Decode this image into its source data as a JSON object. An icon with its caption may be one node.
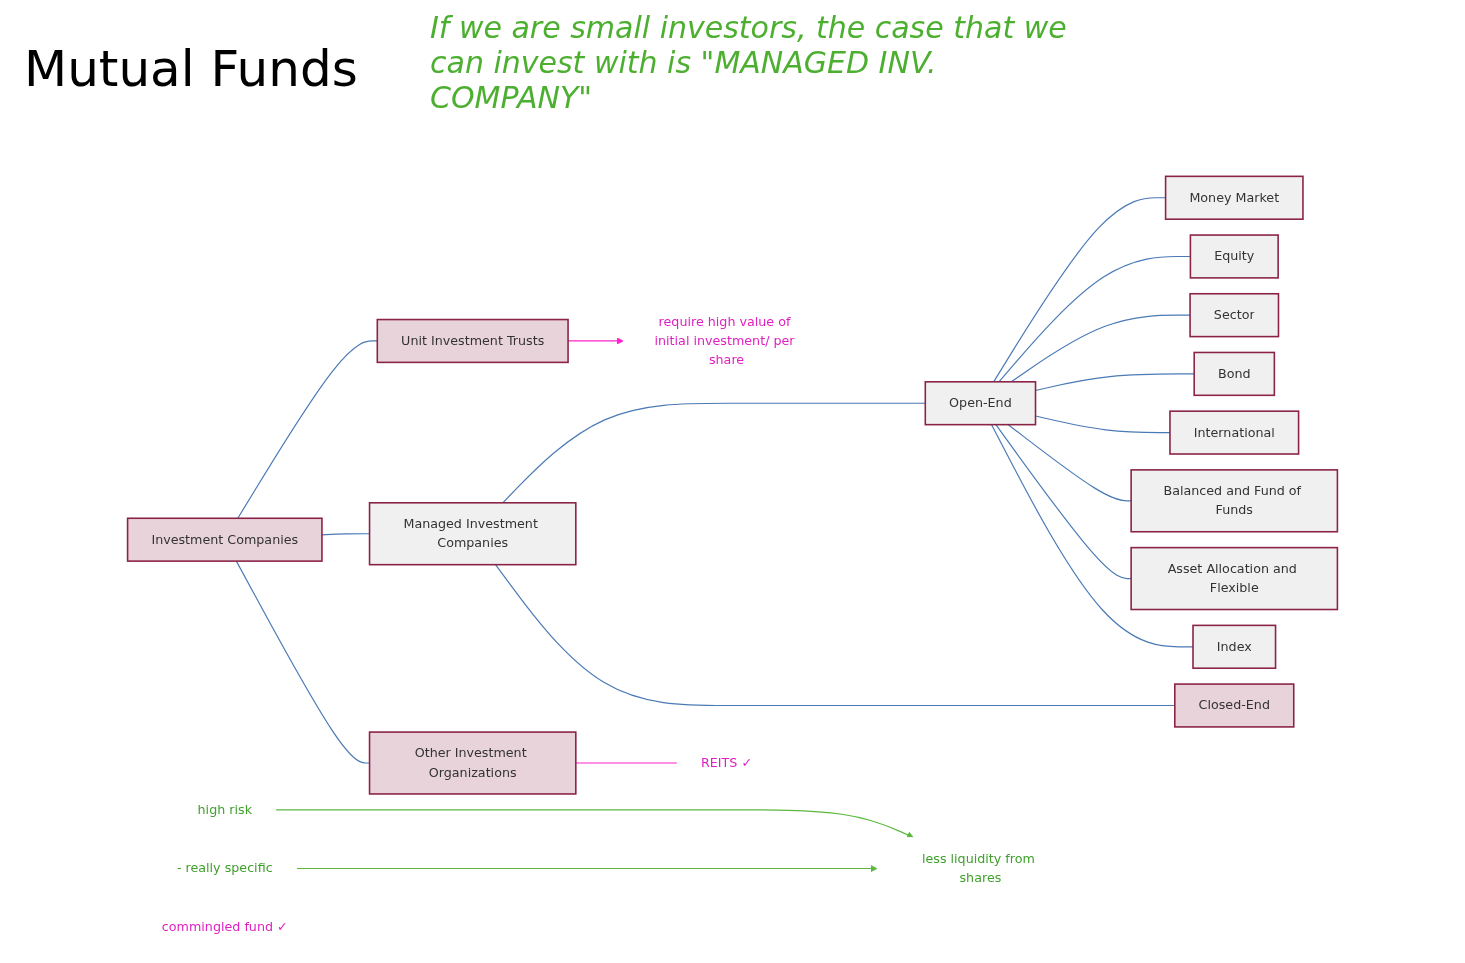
{
  "diagram": {
    "title": "Mutual Funds",
    "nodes": [
      {
        "text": [
          "Investment Companies"
        ]
      },
      {
        "text": [
          "Unit Investment Trusts"
        ]
      },
      {
        "text": [
          "Managed Investment Companies"
        ]
      },
      {
        "text": [
          "Other Investment Organizations"
        ]
      },
      {
        "text": [
          "Open-End"
        ]
      },
      {
        "text": [
          "Closed-End"
        ]
      },
      {
        "text": [
          "Money Market"
        ]
      },
      {
        "text": [
          "Equity"
        ]
      },
      {
        "text": [
          "Sector"
        ]
      },
      {
        "text": [
          "Bond"
        ]
      },
      {
        "text": [
          "International"
        ]
      },
      {
        "text": [
          "Balanced and Fund of Funds"
        ]
      },
      {
        "text": [
          "Asset Allocation and Flexible"
        ]
      },
      {
        "text": [
          "Index"
        ]
      },
      {
        "text": [
          "require high value of initial investment/ per share"
        ]
      },
      {
        "text": [
          "REITS ✓"
        ]
      },
      {
        "text": [
          "commingled fund ✓"
        ]
      },
      {
        "text": [
          "high risk"
        ]
      },
      {
        "text": [
          "- really specific"
        ]
      },
      {
        "text": [
          "less liquidity from shares"
        ]
      }
    ],
    "edges": [
      {
        "from": 0,
        "to": 1,
        "arrow": "none"
      },
      {
        "from": 0,
        "to": 2,
        "arrow": "none"
      },
      {
        "from": 0,
        "to": 3,
        "arrow": "none"
      },
      {
        "from": 2,
        "to": 4,
        "arrow": "none"
      },
      {
        "from": 2,
        "to": 5,
        "arrow": "none"
      },
      {
        "from": 4,
        "to": 6,
        "arrow": "none"
      },
      {
        "from": 4,
        "to": 7,
        "arrow": "none"
      },
      {
        "from": 4,
        "to": 8,
        "arrow": "none"
      },
      {
        "from": 4,
        "to": 9,
        "arrow": "none"
      },
      {
        "from": 4,
        "to": 10,
        "arrow": "none"
      },
      {
        "from": 4,
        "to": 11,
        "arrow": "none"
      },
      {
        "from": 4,
        "to": 12,
        "arrow": "none"
      },
      {
        "from": 4,
        "to": 13,
        "arrow": "none"
      },
      {
        "from": 1,
        "to": 14,
        "arrow": "to",
        "color": "#ff22cc"
      },
      {
        "from": 3,
        "to": 15,
        "arrow": "none",
        "color": "#ff22cc"
      },
      {
        "from": 17,
        "to": 19,
        "arrow": "to",
        "color": "#5cb83c"
      },
      {
        "from": 18,
        "to": 19,
        "arrow": "to",
        "color": "#5cb83c"
      }
    ],
    "labels": [
      "If we are small investors, the case that we can invest with is \"MANAGED INV. COMPANY\""
    ]
  }
}
